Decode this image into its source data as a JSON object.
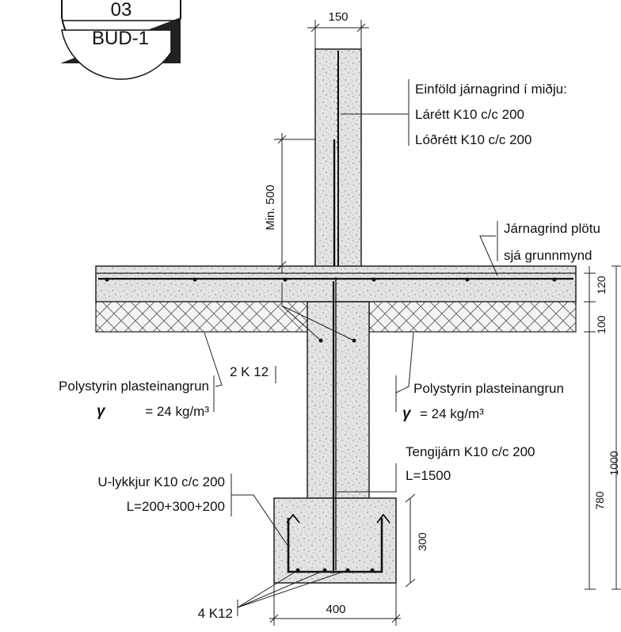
{
  "badge": {
    "top": "03",
    "bottom": "BUD-1"
  },
  "dims": {
    "wall_width": "150",
    "min_lap": "Min. 500",
    "slab_thk": "100",
    "slab_thk2": "120",
    "total_depth": "1000",
    "wall_below": "780",
    "footing_height": "300",
    "footing_width": "400"
  },
  "notes": {
    "mesh_title": "Einföld járnagrind í miðju:",
    "mesh_h": "Lárétt K10 c/c 200",
    "mesh_v": "Lóðrétt K10 c/c 200",
    "slab_mesh_1": "Járnagrind plötu",
    "slab_mesh_2": "sjá grunnmynd",
    "bars_2k12": "2 K 12",
    "insul_left_1": "Polystyrin plasteinangrun",
    "insul_left_2": "= 24 kg/m³",
    "insul_right_1": "Polystyrin plasteinangrun",
    "insul_right_2": "= 24 kg/m³",
    "gamma": "γ",
    "dowel_1": "Tengijárn K10 c/c 200",
    "dowel_2": "L=1500",
    "ubar_1": "U-lykkjur K10 c/c 200",
    "ubar_2": "L=200+300+200",
    "bars_4k12": "4 K12"
  }
}
